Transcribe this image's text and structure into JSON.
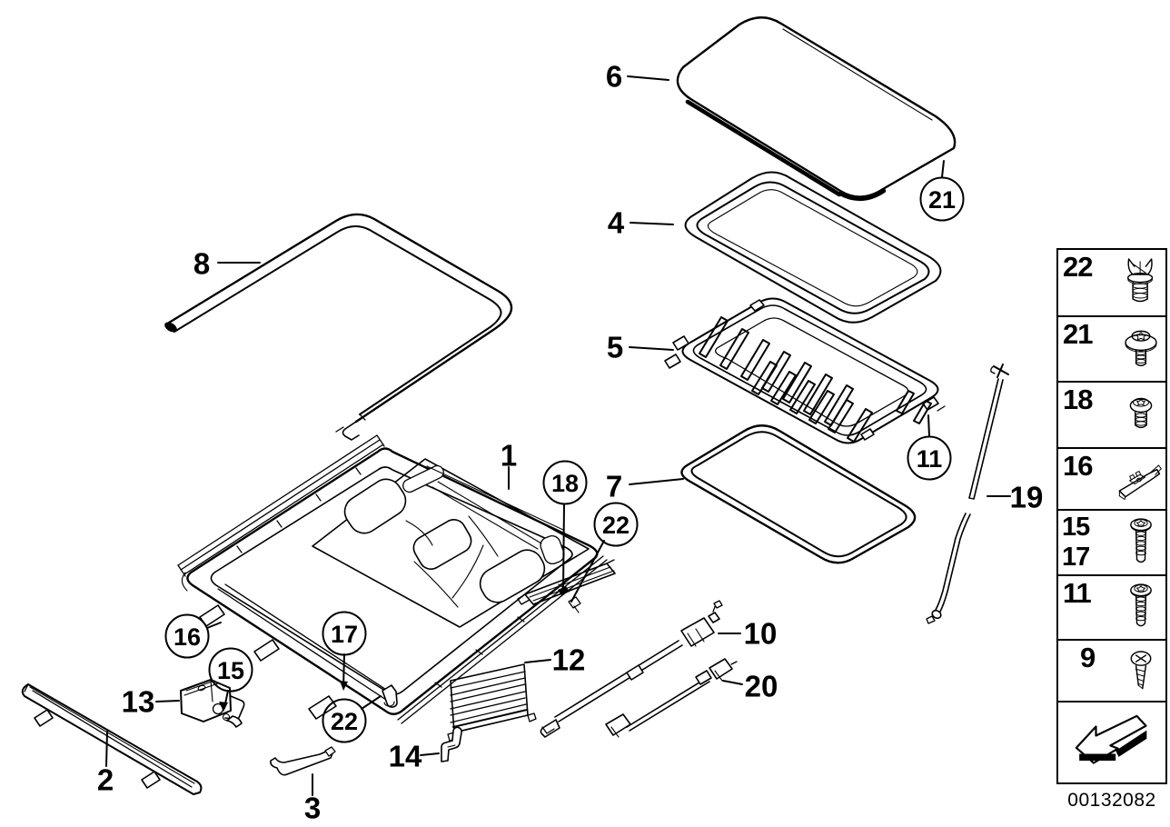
{
  "diagram": {
    "doc_number": "00132082",
    "callouts": {
      "n1": "1",
      "n2": "2",
      "n3": "3",
      "n4": "4",
      "n5": "5",
      "n6": "6",
      "n7": "7",
      "n8": "8",
      "n10": "10",
      "n12": "12",
      "n13": "13",
      "n14": "14",
      "n19": "19",
      "n20": "20",
      "c11": "11",
      "c15": "15",
      "c16": "16",
      "c17": "17",
      "c18": "18",
      "c21": "21",
      "c22_right": "22",
      "c22_bottom": "22"
    }
  },
  "legend": {
    "rows": [
      {
        "number": "22",
        "icon": "expanding-rivet-icon"
      },
      {
        "number": "21",
        "icon": "screw-with-washer-icon"
      },
      {
        "number": "18",
        "icon": "pan-head-screw-icon"
      },
      {
        "number": "16",
        "icon": "clamp-bracket-icon"
      },
      {
        "number": "15",
        "number2": "17",
        "icon": "fillister-head-screw-icon"
      },
      {
        "number": "11",
        "icon": "fillister-head-screw-icon"
      },
      {
        "number": "9",
        "icon": "self-tapping-screw-icon"
      }
    ]
  }
}
